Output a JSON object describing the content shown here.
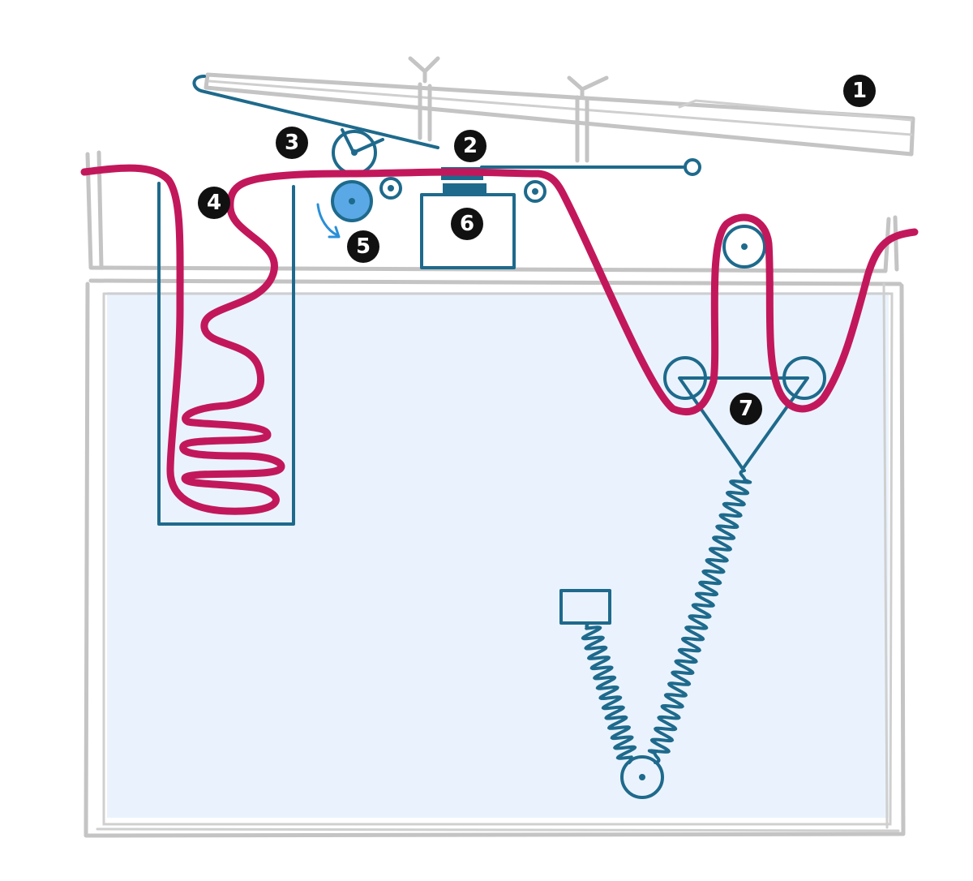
{
  "diagram": {
    "labels": [
      {
        "id": "1",
        "text": "1"
      },
      {
        "id": "2",
        "text": "2"
      },
      {
        "id": "3",
        "text": "3"
      },
      {
        "id": "4",
        "text": "4"
      },
      {
        "id": "5",
        "text": "5"
      },
      {
        "id": "6",
        "text": "6"
      },
      {
        "id": "7",
        "text": "7"
      }
    ],
    "colors": {
      "tape": "#c2185b",
      "mechanism": "#1e6a8c",
      "capstan": "#5aa9e6",
      "tank_fill": "#eaf3fd",
      "frame": "#c4c4c4",
      "badge": "#111111"
    }
  }
}
